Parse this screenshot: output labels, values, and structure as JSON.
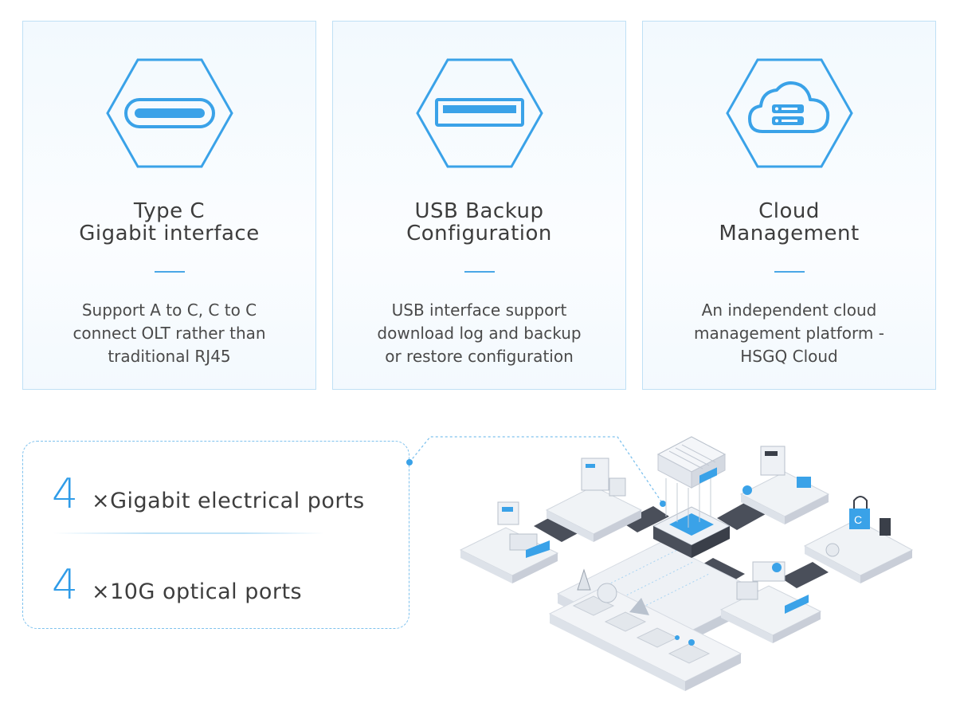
{
  "features": [
    {
      "icon": "usb-type-c-icon",
      "title_lines": [
        "Type C",
        "Gigabit interface"
      ],
      "desc_lines": [
        "Support A to C, C to C",
        "connect OLT rather than",
        "traditional RJ45"
      ]
    },
    {
      "icon": "usb-port-icon",
      "title_lines": [
        "USB Backup",
        "Configuration"
      ],
      "desc_lines": [
        "USB interface support",
        "download log and backup",
        "or restore configuration"
      ]
    },
    {
      "icon": "cloud-server-icon",
      "title_lines": [
        "Cloud",
        "Management"
      ],
      "desc_lines": [
        "An independent cloud",
        "management platform -",
        "HSGQ Cloud"
      ]
    }
  ],
  "ports": [
    {
      "count": "4",
      "label": "×Gigabit electrical ports"
    },
    {
      "count": "4",
      "label": "×10G optical ports"
    }
  ],
  "colors": {
    "accent": "#2f9ce8",
    "card_border": "#bfe0f5",
    "text": "#3d3d3d"
  },
  "illustration": "isometric-network-hub-illustration"
}
